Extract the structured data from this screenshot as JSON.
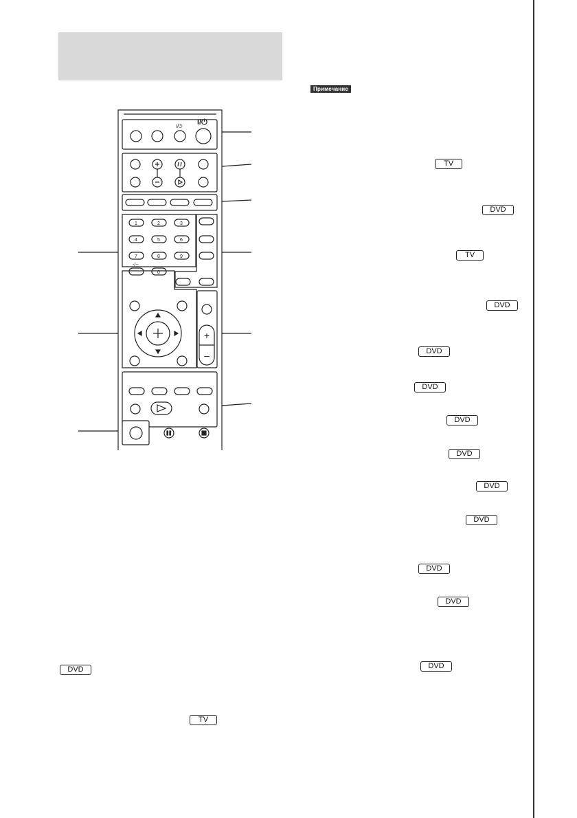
{
  "note": {
    "label": "Примечание"
  },
  "tags": {
    "tv": "TV",
    "dvd": "DVD"
  },
  "remote": {
    "power_symbol": "I/⏻",
    "small_power_symbol": "I/⏻",
    "numbers": [
      "1",
      "2",
      "3",
      "4",
      "5",
      "6",
      "7",
      "8",
      "9",
      "0"
    ],
    "dash_label": "-/--",
    "plus": "+",
    "minus": "–"
  }
}
